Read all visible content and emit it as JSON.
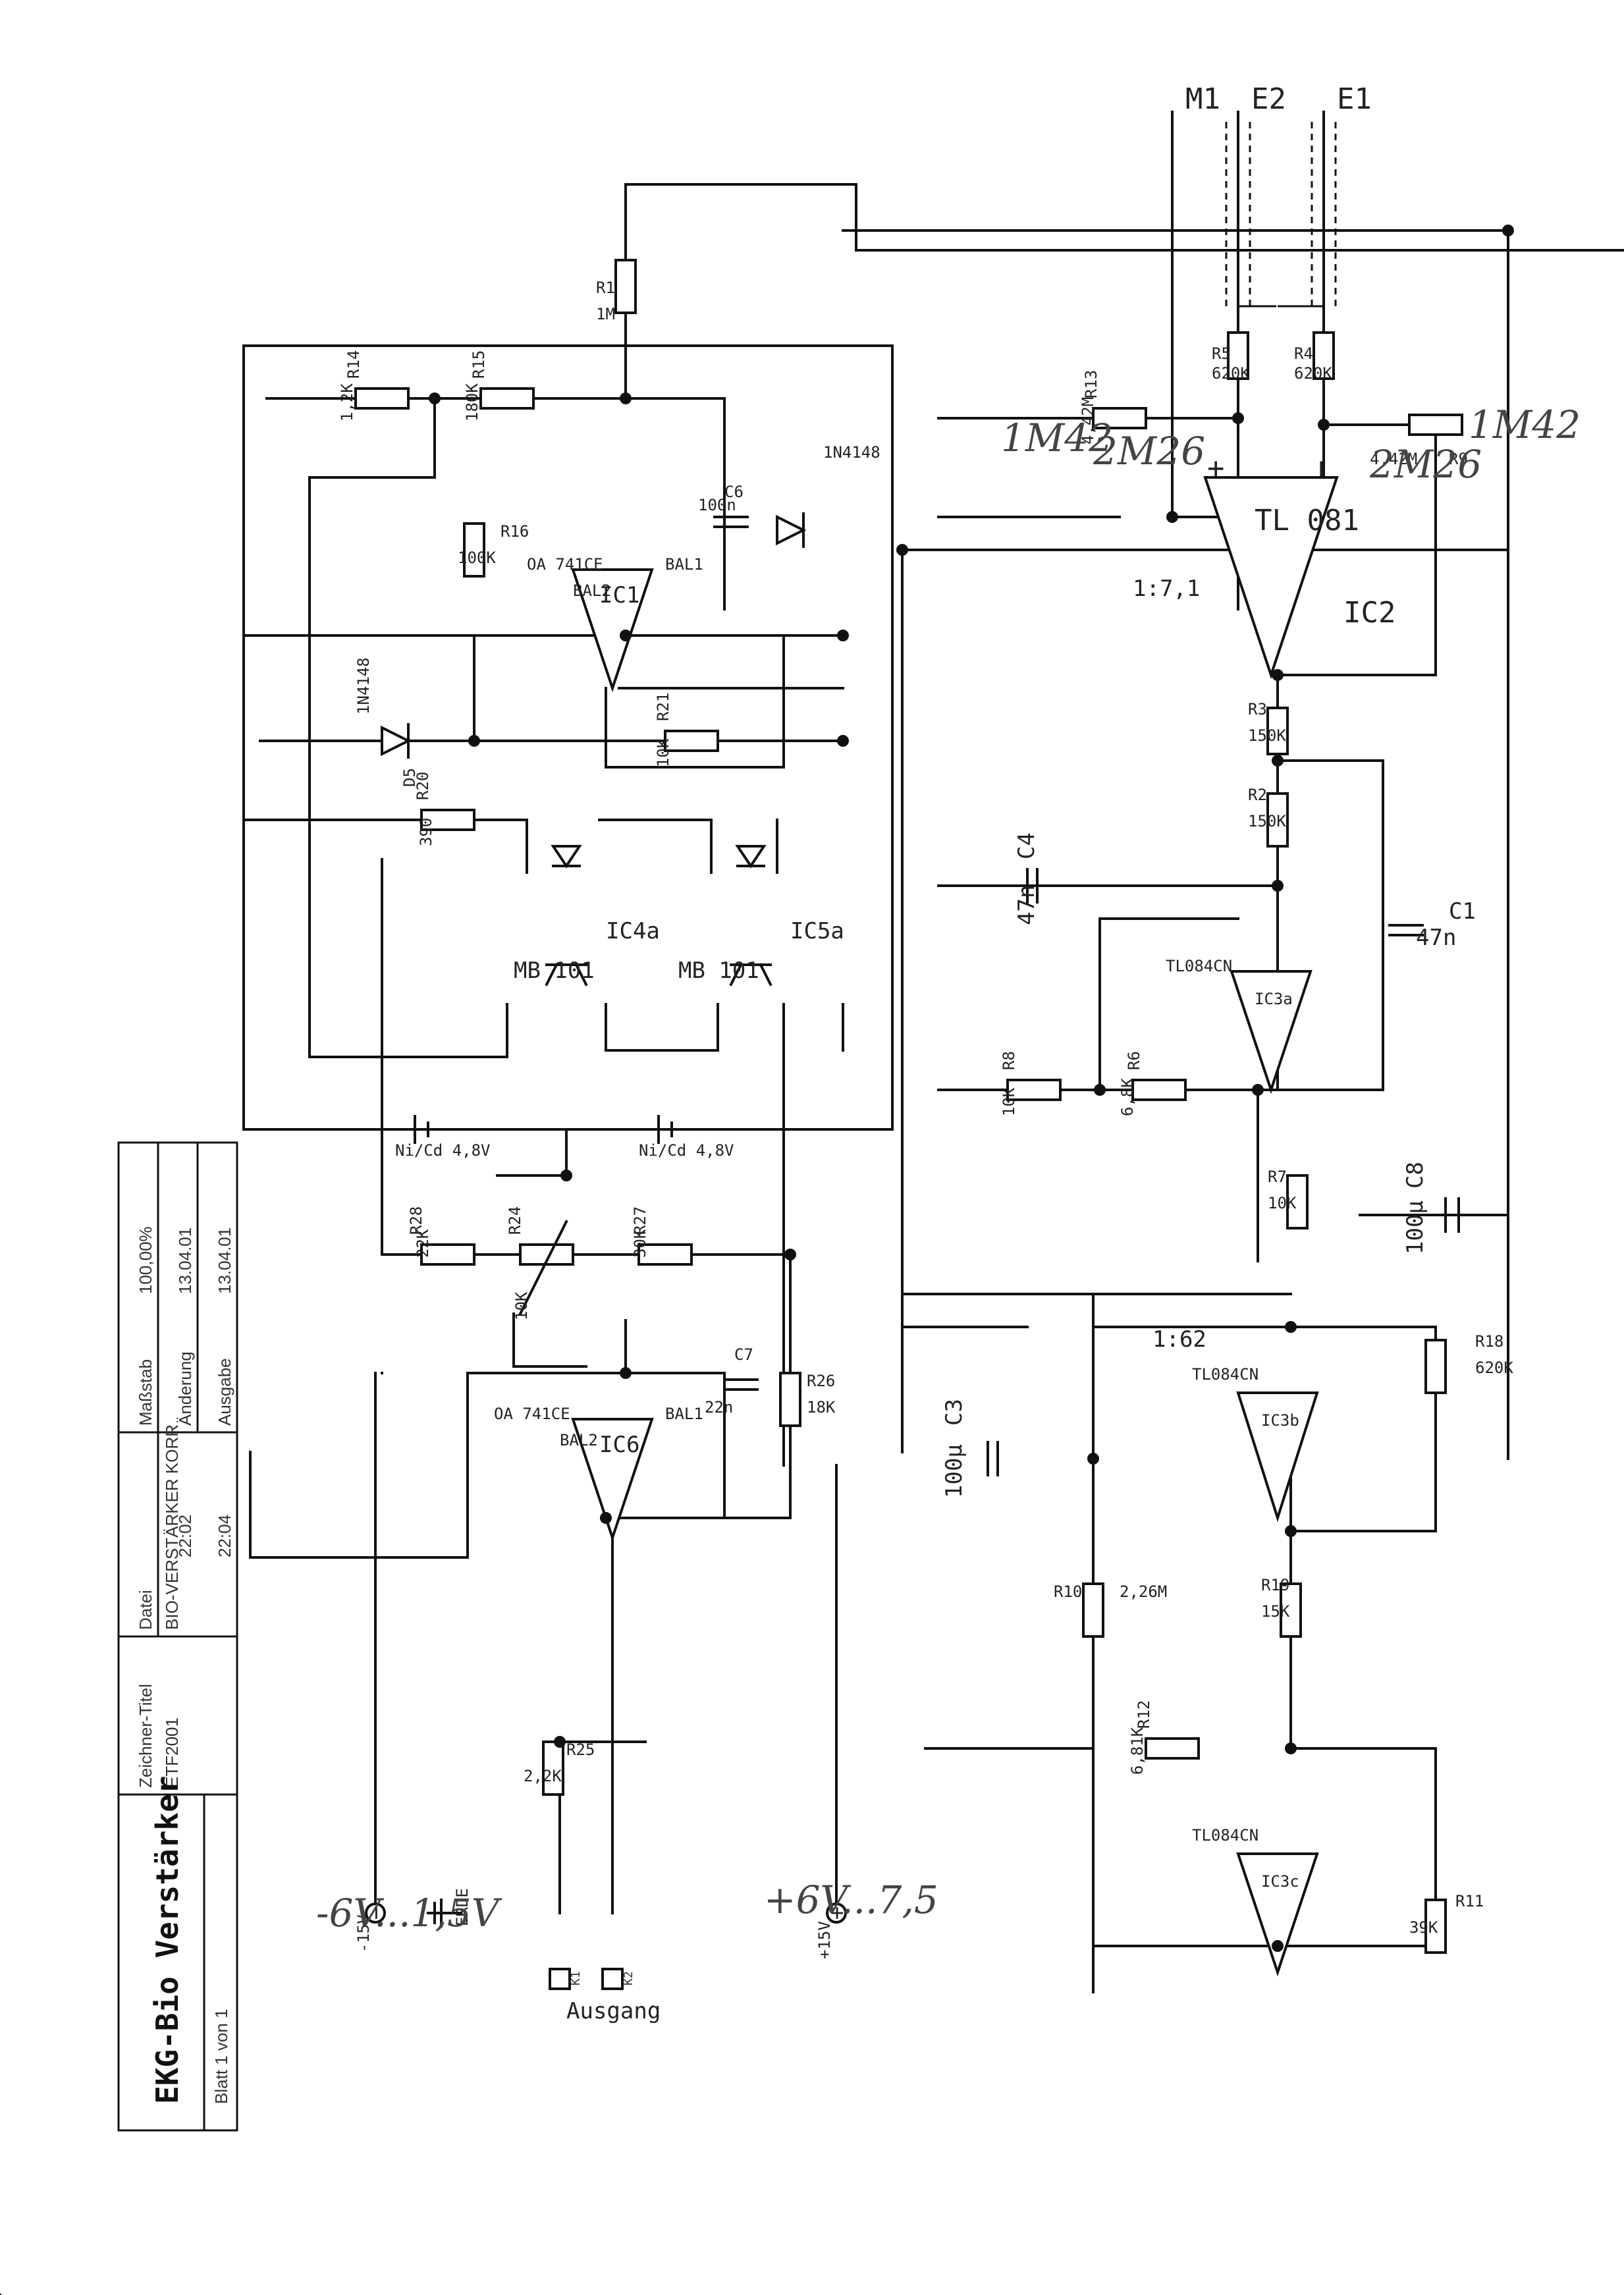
{
  "title": "EKG-Bio Verstärker",
  "connectors": {
    "m1": "M1",
    "e2": "E2",
    "e1": "E1"
  },
  "ics": {
    "ic1": "IC1",
    "ic2": "IC2",
    "ic2_type": "TL 081",
    "ic3a": "IC3a",
    "ic3b": "IC3b",
    "ic3c": "IC3c",
    "ic3_type": "TL084CN",
    "ic4": "IC4a",
    "ic5": "IC5a",
    "mb_type": "MB 101",
    "ic6": "IC6",
    "oa_type": "OA 741CE",
    "bal1": "BAL1",
    "bal2": "BAL2"
  },
  "resistors": {
    "r1": "R1",
    "r1v": "1M",
    "r2": "R2",
    "r2v": "150K",
    "r3": "R3",
    "r3v": "150K",
    "r4": "R4",
    "r4v": "620K",
    "r5": "R5",
    "r5v": "620K",
    "r6": "R6",
    "r6v": "6,8K",
    "r7": "R7",
    "r7v": "10K",
    "r8": "R8",
    "r8v": "10K",
    "r9": "R9",
    "r9v": "4,42M",
    "r10": "R10",
    "r10v": "2,26M",
    "r11": "R11",
    "r11v": "39K",
    "r12": "R12",
    "r12v": "6,81K",
    "r13": "R13",
    "r13v": "4,42M",
    "r14": "R14",
    "r14v": "1,2K",
    "r15": "R15",
    "r15v": "180K",
    "r16": "R16",
    "r16v": "100K",
    "r18": "R18",
    "r18v": "620K",
    "r19": "R19",
    "r19v": "15K",
    "r20": "R20",
    "r20v": "390",
    "r21": "R21",
    "r21v": "10K",
    "r24": "R24",
    "r24v": "10K",
    "r25": "R25",
    "r25v": "2,2K",
    "r26": "R26",
    "r26v": "18K",
    "r27": "R27",
    "r27v": "30K",
    "r28": "R28",
    "r28v": "22K"
  },
  "capacitors": {
    "c1": "C1",
    "c1v": "47n",
    "c3": "C3",
    "c3v": "100µ",
    "c4": "C4",
    "c4v": "47n",
    "c6": "C6",
    "c6v": "100n",
    "c7": "C7",
    "c7v": "22n",
    "c8": "C8",
    "c8v": "100µ"
  },
  "diodes": {
    "d5": "D5",
    "d5v": "1N4148",
    "d6v": "1N4148"
  },
  "batteries": {
    "b1": "Ni/Cd 4,8V",
    "b2": "Ni/Cd 4,8V"
  },
  "gains": {
    "g1": "1:7,1",
    "g2": "1:62"
  },
  "terminals": {
    "minus_sym": "−",
    "minus": "-15V",
    "plus_sym": "+",
    "plus": "+15V",
    "k1": "K1",
    "k2": "K2",
    "erde": "ERDE",
    "ausgang": "Ausgang"
  },
  "handwriting": {
    "h1": "1M42",
    "h2": "2M26",
    "h3": "2M26",
    "h4": "1M42",
    "h5": "-6V...1,5V",
    "h6": "+6V...7,5"
  },
  "title_block": {
    "massstab_label": "Maßstab",
    "massstab": "100,00%",
    "aenderung_label": "Änderung",
    "aenderung_date": "13.04.01",
    "aenderung_time": "22:02",
    "ausgabe_label": "Ausgabe",
    "ausgabe_date": "13.04.01",
    "ausgabe_time": "22:04",
    "datei_label": "Datei",
    "datei": "BIO-VERSTÄRKER KORR",
    "zeichner_label": "Zeichner-Titel",
    "zeichner": "ETF2001",
    "blatt": "Blatt 1 von 1"
  }
}
